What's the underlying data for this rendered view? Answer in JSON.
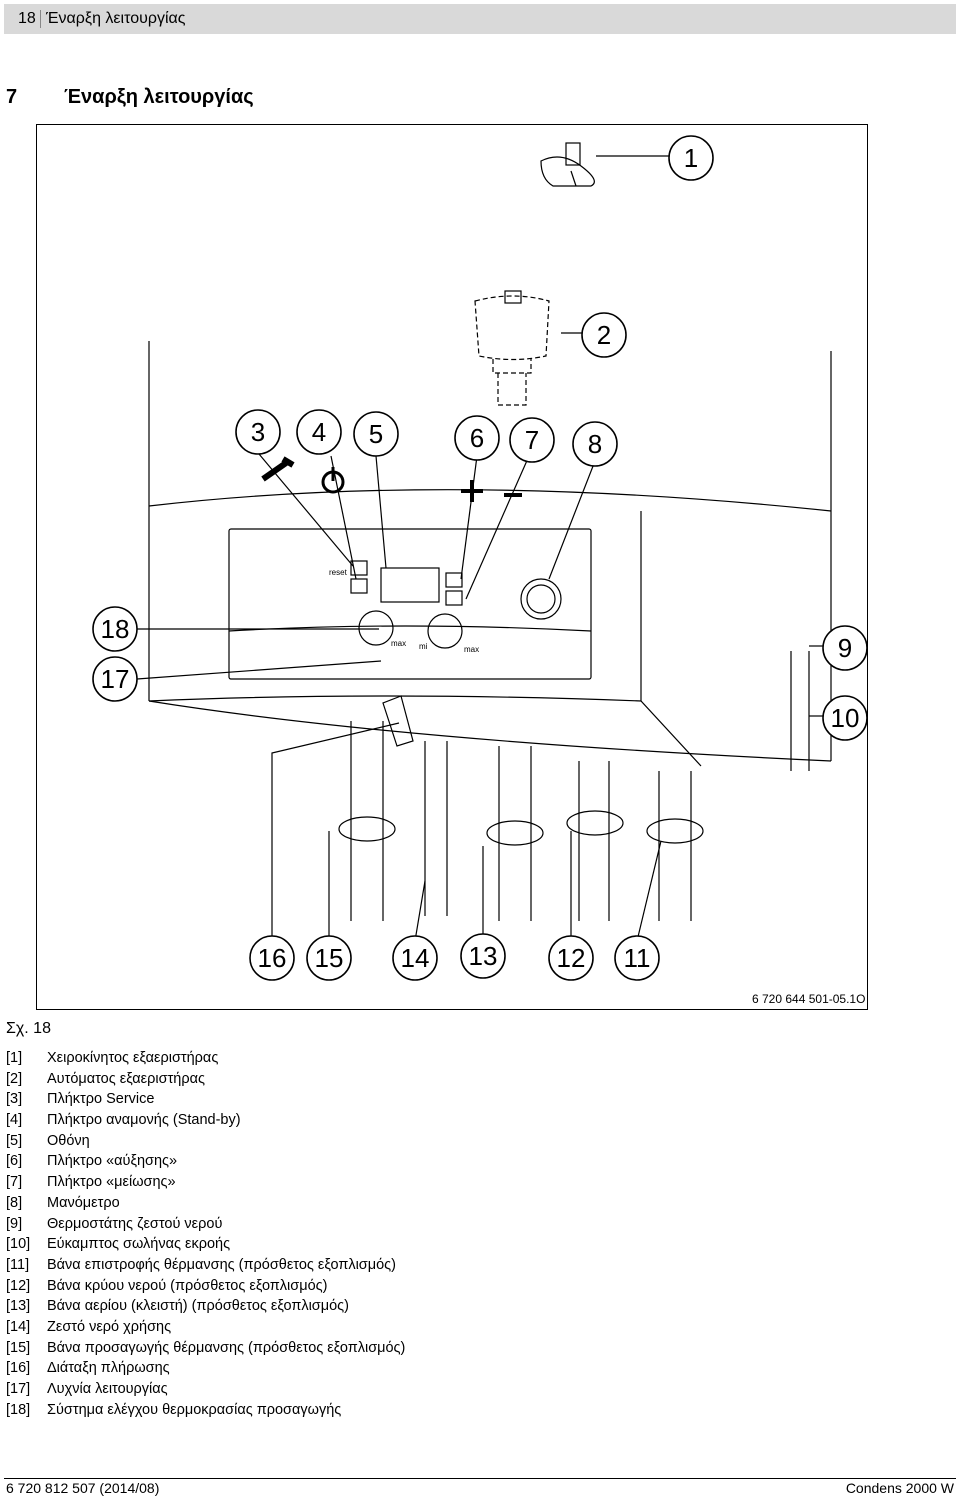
{
  "header": {
    "page_number": "18",
    "title": "Έναρξη λειτουργίας"
  },
  "section": {
    "number": "7",
    "title": "Έναρξη λειτουργίας"
  },
  "figure": {
    "code": "6 720 644 501-05.1O",
    "caption": "Σχ. 18",
    "callouts": [
      "1",
      "2",
      "3",
      "4",
      "5",
      "6",
      "7",
      "8",
      "9",
      "10",
      "11",
      "12",
      "13",
      "14",
      "15",
      "16",
      "17",
      "18"
    ],
    "panel_labels": {
      "reset": "reset",
      "max1": "max",
      "max2": "max",
      "min": "mi"
    }
  },
  "legend": [
    {
      "num": "[1]",
      "text": "Χειροκίνητος εξαεριστήρας"
    },
    {
      "num": "[2]",
      "text": "Αυτόματος εξαεριστήρας"
    },
    {
      "num": "[3]",
      "text": "Πλήκτρο Service"
    },
    {
      "num": "[4]",
      "text": "Πλήκτρο αναμονής (Stand-by)"
    },
    {
      "num": "[5]",
      "text": "Οθόνη"
    },
    {
      "num": "[6]",
      "text": "Πλήκτρο «αύξησης»"
    },
    {
      "num": "[7]",
      "text": "Πλήκτρο «μείωσης»"
    },
    {
      "num": "[8]",
      "text": "Μανόμετρο"
    },
    {
      "num": "[9]",
      "text": "Θερμοστάτης ζεστού νερού"
    },
    {
      "num": "[10]",
      "text": "Εύκαμπτος σωλήνας εκροής"
    },
    {
      "num": "[11]",
      "text": "Βάνα επιστροφής θέρμανσης (πρόσθετος εξοπλισμός)"
    },
    {
      "num": "[12]",
      "text": "Βάνα κρύου νερού (πρόσθετος εξοπλισμός)"
    },
    {
      "num": "[13]",
      "text": "Βάνα αερίου (κλειστή) (πρόσθετος εξοπλισμός)"
    },
    {
      "num": "[14]",
      "text": "Ζεστό νερό χρήσης"
    },
    {
      "num": "[15]",
      "text": "Βάνα προσαγωγής θέρμανσης (πρόσθετος εξοπλισμός)"
    },
    {
      "num": "[16]",
      "text": "Διάταξη πλήρωσης"
    },
    {
      "num": "[17]",
      "text": "Λυχνία λειτουργίας"
    },
    {
      "num": "[18]",
      "text": "Σύστημα ελέγχου θερμοκρασίας προσαγωγής"
    }
  ],
  "footer": {
    "left": "6 720 812 507 (2014/08)",
    "right": "Condens 2000 W"
  }
}
